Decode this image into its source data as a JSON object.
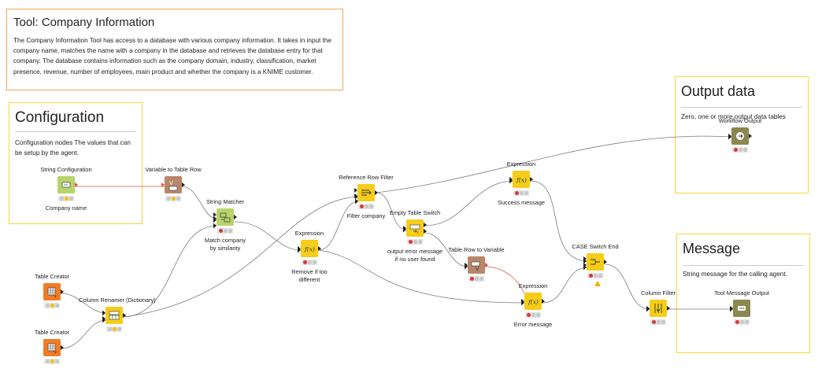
{
  "colors": {
    "annotation_orange": "#f2a55a",
    "annotation_yellow": "#f5d63c",
    "node_yellow": "#f5cd1a",
    "node_orange": "#f07d27",
    "node_brown": "#b8866a",
    "node_green": "#b9d36b",
    "node_olive": "#8a8750",
    "edge_gray": "#7a7a7a",
    "edge_red": "#e2534a"
  },
  "annotations": {
    "tool": {
      "title": "Tool: Company Information",
      "body": "The Company Information Tool has access to a database with various company information. It takes in input the company name, matches the name with a company in the database and retrieves the database entry for that company. The database contains information such as the company domain, industry, classification, market presence, revenue, number of employees, main product and whether the company is a KNIME customer."
    },
    "config": {
      "title": "Configuration",
      "body": "Configuration nodes The values that can be setup by the agent."
    },
    "output": {
      "title": "Output data",
      "body": "Zero, one or more output data tables"
    },
    "message": {
      "title": "Message",
      "body": "String message for the calling agent."
    }
  },
  "nodes": [
    {
      "id": "string_config",
      "title": "String Configuration",
      "desc": "Company name",
      "icon": "config-icon",
      "color": "node_green",
      "status": [
        "off",
        "yellow",
        "off"
      ]
    },
    {
      "id": "var_to_table",
      "title": "Variable to Table Row",
      "desc": "",
      "icon": "variable-to-table-icon",
      "color": "node_brown",
      "status": [
        "off",
        "yellow",
        "off"
      ]
    },
    {
      "id": "string_matcher",
      "title": "String Matcher",
      "desc": "Match company\nby similarity",
      "icon": "string-matcher-icon",
      "color": "node_green",
      "status": [
        "red",
        "off",
        "off"
      ]
    },
    {
      "id": "table_creator_1",
      "title": "Table Creator",
      "desc": "",
      "icon": "table-creator-icon",
      "color": "node_orange",
      "status": [
        "off",
        "yellow",
        "off"
      ]
    },
    {
      "id": "column_renamer",
      "title": "Column Renamer (Dictionary)",
      "desc": "",
      "icon": "column-renamer-icon",
      "color": "node_yellow",
      "status": [
        "off",
        "yellow",
        "off"
      ]
    },
    {
      "id": "table_creator_2",
      "title": "Table Creator",
      "desc": "",
      "icon": "table-creator-icon",
      "color": "node_orange",
      "status": [
        "off",
        "yellow",
        "off"
      ]
    },
    {
      "id": "expression_1",
      "title": "Expression",
      "desc": "Remove if too\ndifferent",
      "icon": "expression-icon",
      "color": "node_yellow",
      "status": [
        "red",
        "off",
        "off"
      ]
    },
    {
      "id": "ref_row_filter",
      "title": "Reference Row Filter",
      "desc": "Filter company",
      "icon": "reference-row-filter-icon",
      "color": "node_yellow",
      "status": [
        "red",
        "off",
        "off"
      ]
    },
    {
      "id": "empty_table_switch",
      "title": "Empty Table Switch",
      "desc": "output error message\nif no user found",
      "icon": "empty-table-switch-icon",
      "color": "node_yellow",
      "status": [
        "red",
        "off",
        "off"
      ]
    },
    {
      "id": "expression_success",
      "title": "Expression",
      "desc": "Success message",
      "icon": "expression-icon",
      "color": "node_yellow",
      "status": [
        "red",
        "off",
        "off"
      ]
    },
    {
      "id": "table_row_to_var",
      "title": "Table Row to Variable",
      "desc": "",
      "icon": "table-row-to-variable-icon",
      "color": "node_brown",
      "status": [
        "red",
        "off",
        "off"
      ]
    },
    {
      "id": "expression_error",
      "title": "Expression",
      "desc": "Error message",
      "icon": "expression-icon",
      "color": "node_yellow",
      "status": [
        "red",
        "off",
        "off"
      ]
    },
    {
      "id": "case_switch_end",
      "title": "CASE Switch End",
      "desc": "",
      "icon": "case-switch-end-icon",
      "color": "node_yellow",
      "status": [
        "red",
        "off",
        "off"
      ]
    },
    {
      "id": "column_filter",
      "title": "Column Filter",
      "desc": "",
      "icon": "column-filter-icon",
      "color": "node_yellow",
      "status": [
        "red",
        "off",
        "off"
      ]
    },
    {
      "id": "workflow_output",
      "title": "Workflow Output",
      "desc": "",
      "icon": "workflow-output-icon",
      "color": "node_olive",
      "status": [
        "red",
        "off",
        "off"
      ]
    },
    {
      "id": "tool_message_output",
      "title": "Tool Message Output",
      "desc": "",
      "icon": "tool-message-output-icon",
      "color": "node_olive",
      "status": [
        "red",
        "off",
        "off"
      ]
    }
  ]
}
